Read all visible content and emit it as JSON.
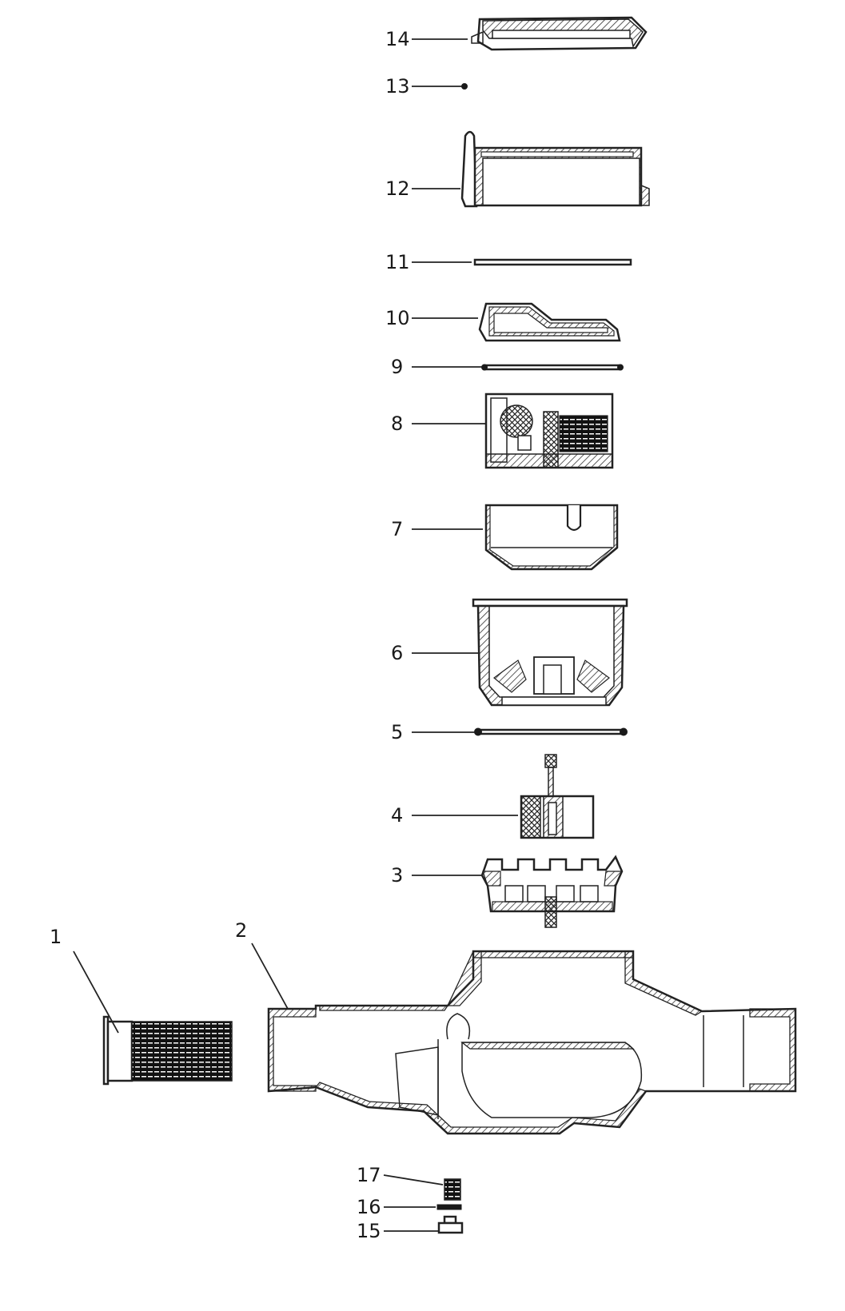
{
  "diagram": {
    "type": "exploded-parts-view",
    "callouts": [
      {
        "id": "p1",
        "number": "1"
      },
      {
        "id": "p2",
        "number": "2"
      },
      {
        "id": "p3",
        "number": "3"
      },
      {
        "id": "p4",
        "number": "4"
      },
      {
        "id": "p5",
        "number": "5"
      },
      {
        "id": "p6",
        "number": "6"
      },
      {
        "id": "p7",
        "number": "7"
      },
      {
        "id": "p8",
        "number": "8"
      },
      {
        "id": "p9",
        "number": "9"
      },
      {
        "id": "p10",
        "number": "10"
      },
      {
        "id": "p11",
        "number": "11"
      },
      {
        "id": "p12",
        "number": "12"
      },
      {
        "id": "p13",
        "number": "13"
      },
      {
        "id": "p14",
        "number": "14"
      },
      {
        "id": "p15",
        "number": "15"
      },
      {
        "id": "p16",
        "number": "16"
      },
      {
        "id": "p17",
        "number": "17"
      }
    ]
  }
}
